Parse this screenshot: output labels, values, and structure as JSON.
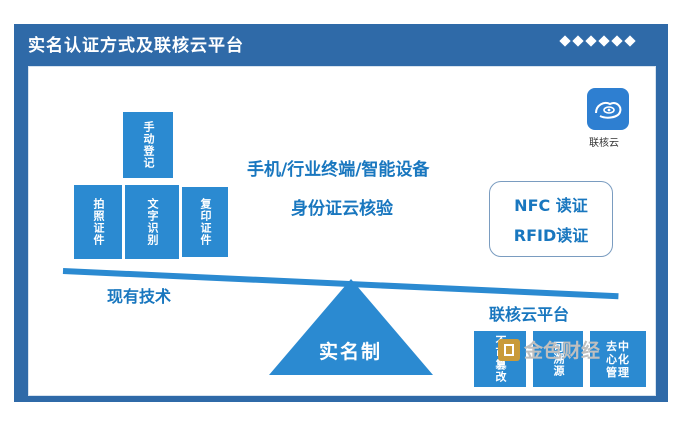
{
  "header": {
    "title": "实名认证方式及联核云平台"
  },
  "logo": {
    "caption": "联核云",
    "icon": "cloud-eye-icon",
    "color": "#2e7fd1"
  },
  "left_cards": {
    "top": "手动登记",
    "bottom": [
      "拍照证件",
      "文字识别",
      "复印证件"
    ],
    "label": "现有技术"
  },
  "center": {
    "line1": "手机/行业终端/智能设备",
    "line2": "身份证云核验",
    "fulcrum_label": "实名制"
  },
  "right_box": {
    "line1": "NFC 读证",
    "line2": "RFID读证"
  },
  "right_platform": {
    "label": "联核云平台",
    "cards": [
      "不可篡改",
      "可溯源",
      "去中心化管理"
    ]
  },
  "watermark": {
    "text": "金色财经"
  },
  "colors": {
    "frame": "#2f6aa8",
    "accent": "#2b8ad1",
    "text": "#1977bf"
  }
}
